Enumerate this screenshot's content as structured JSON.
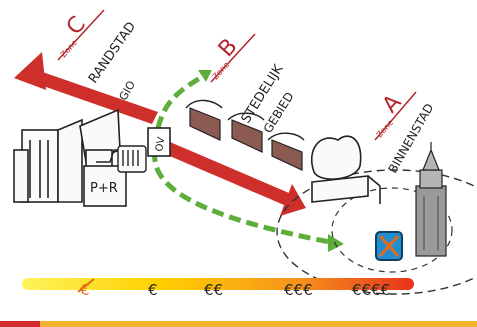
{
  "zones": {
    "c": {
      "prefix": "Zone",
      "letter": "C",
      "name": "RANDSTAD",
      "sub": "REGIO"
    },
    "b": {
      "prefix": "Zone",
      "letter": "B",
      "name1": "STEDELIJK",
      "name2": "GEBIED"
    },
    "a": {
      "prefix": "Zone",
      "letter": "A",
      "name": "BINNENSTAD"
    }
  },
  "labels": {
    "ov": "OV",
    "pr": "P+R"
  },
  "cost_scale": {
    "levels": [
      "€",
      "€",
      "€€",
      "€€€",
      "€€€€"
    ],
    "crossed_index": 0
  },
  "colors": {
    "red_arrow": "#cf2f2a",
    "green_dash": "#5fae3c",
    "zone_label": "#b2262a",
    "bar_start": "#ffe600",
    "bar_end": "#e8331b",
    "footer_red": "#d22b2b",
    "footer_yellow": "#f2b32e",
    "parking_blue": "#1f8fd1"
  },
  "icons": [
    "parking-crossed-icon",
    "church-tower-icon",
    "building-icon",
    "bus-icon",
    "tunnel-icon"
  ]
}
